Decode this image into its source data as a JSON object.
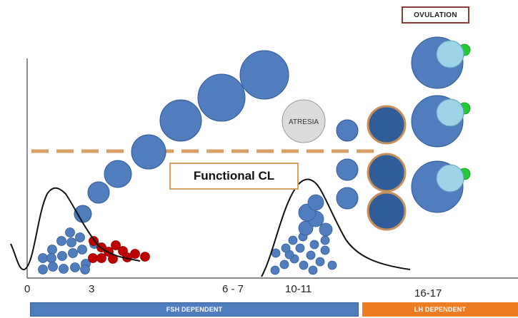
{
  "labels": {
    "ovulation": "OVULATION",
    "functional_cl": "Functional CL",
    "atresia": "ATRESIA"
  },
  "x_ticks": [
    "0",
    "3",
    "6 - 7",
    "10-11",
    "16-17"
  ],
  "phases": {
    "fsh": "FSH DEPENDENT",
    "lh": "LH DEPENDENT"
  },
  "colors": {
    "follicle_blue": "#4f7dbd",
    "follicle_stroke": "#2e5a94",
    "atretic_red": "#c00000",
    "dominant_dark": "#2f5d9a",
    "dominant_ring": "#c8905a",
    "cl_dash": "#d9a066",
    "oocyte_light": "#9dd3e6",
    "ovulation_green": "#22cc33",
    "atresia_grey": "#dcdcdc",
    "fsh_bar": "#4f7dbd",
    "lh_bar": "#ee7d22"
  }
}
